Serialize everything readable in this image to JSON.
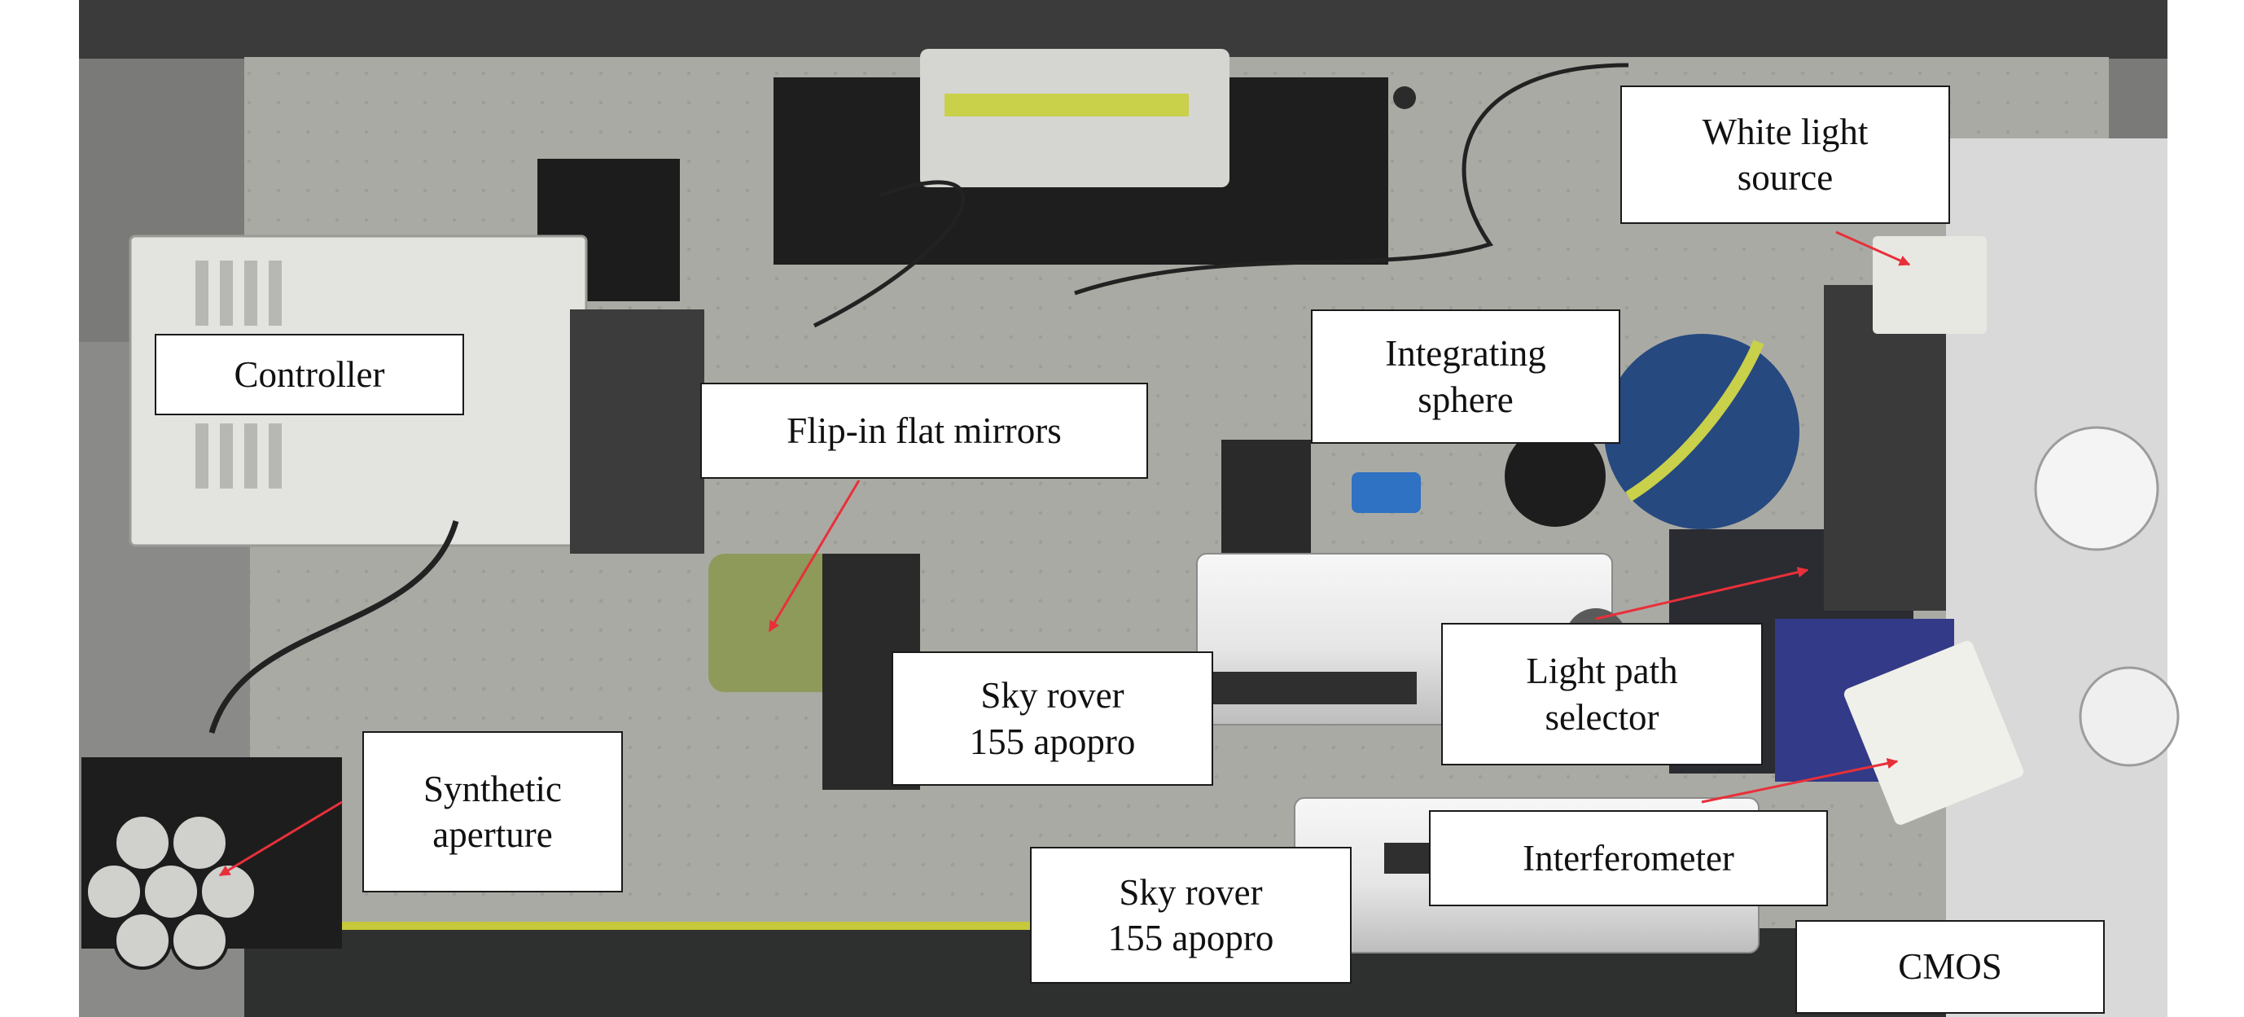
{
  "labels": {
    "controller": "Controller",
    "flip_mirrors": "Flip-in flat mirrors",
    "integrating_sphere": "Integrating\nsphere",
    "white_light_source": "White light\nsource",
    "sky_rover_1": "Sky rover\n155 apopro",
    "light_path_selector": "Light path\nselector",
    "synthetic_aperture": "Synthetic\naperture",
    "interferometer": "Interferometer",
    "sky_rover_2": "Sky rover\n155 apopro",
    "cmos": "CMOS"
  },
  "colors": {
    "arrow": "#e8303a",
    "table": "#a9a9a3",
    "background": "#ffffff"
  }
}
